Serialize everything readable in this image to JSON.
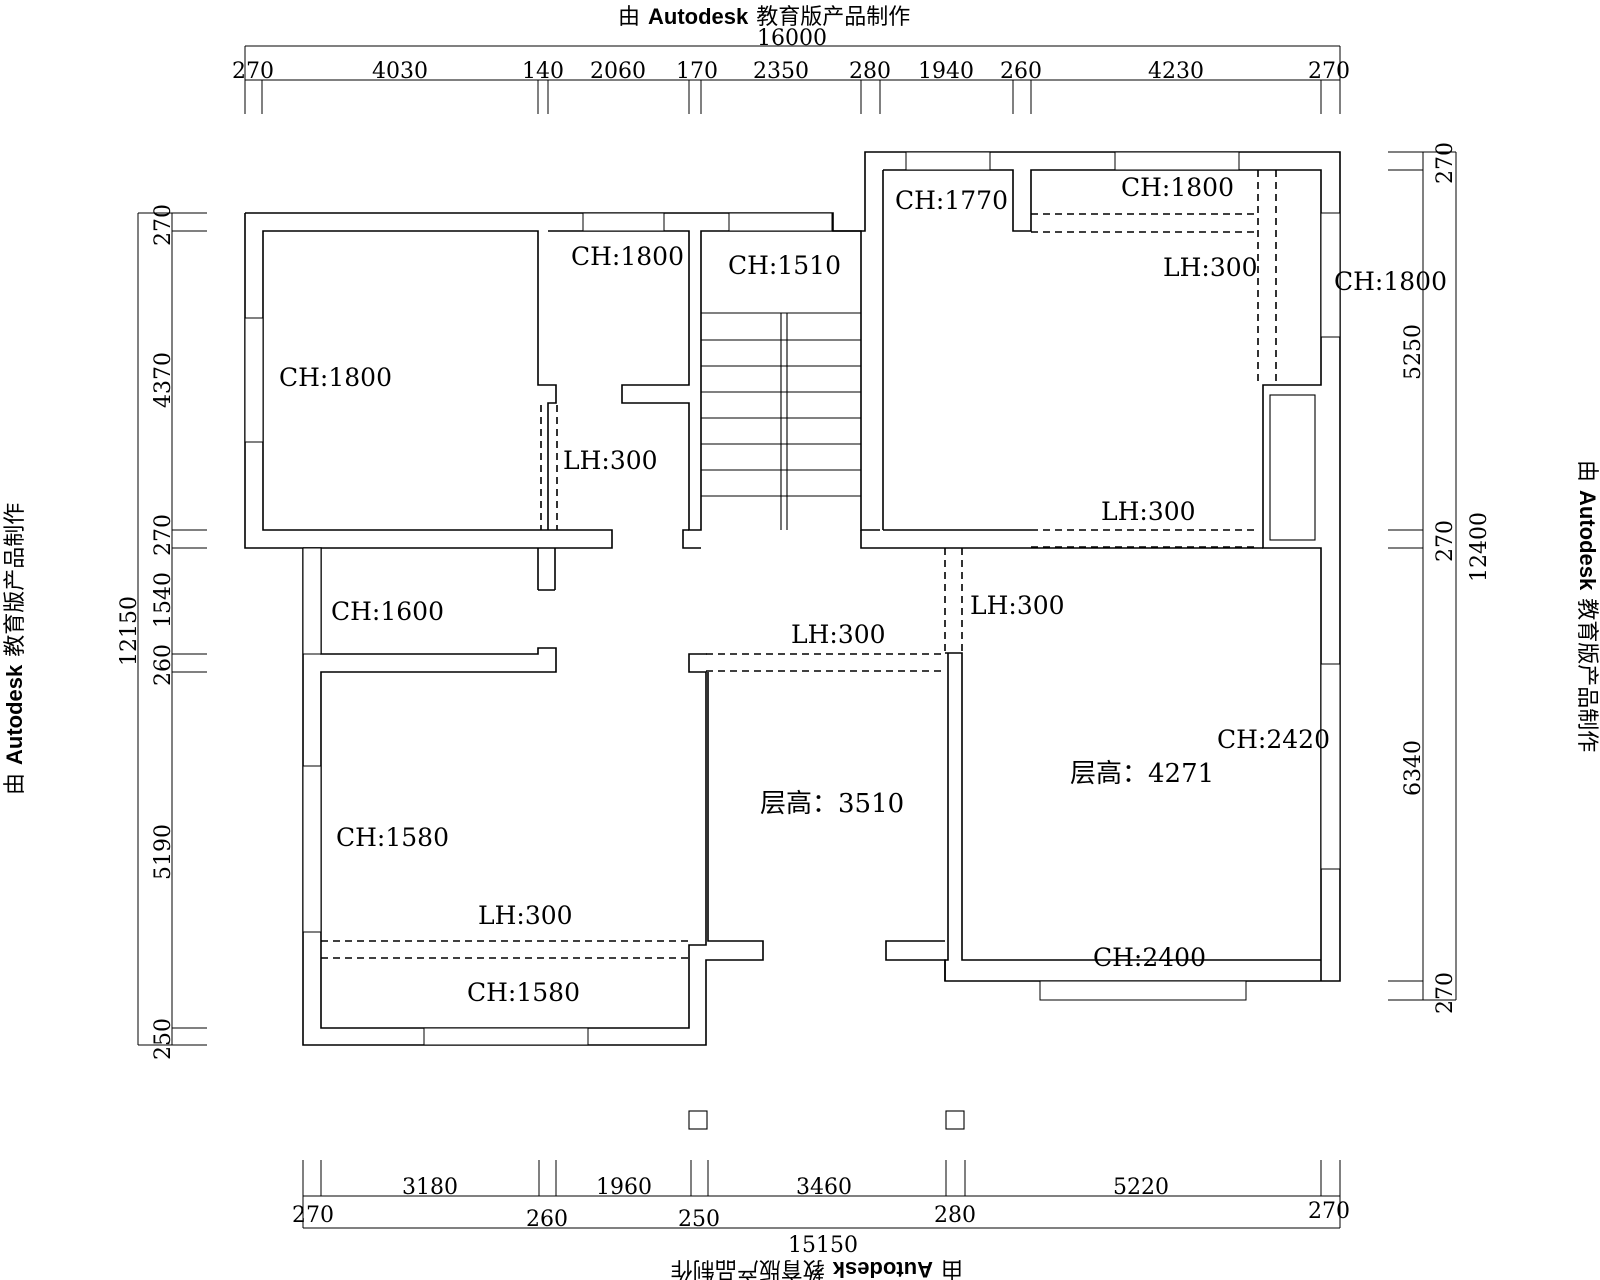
{
  "watermark": {
    "prefix": "由",
    "brand": "Autodesk",
    "suffix": "教育版产品制作"
  },
  "top_dims": {
    "total": "16000",
    "segments": [
      "270",
      "4030",
      "140",
      "2060",
      "170",
      "2350",
      "280",
      "1940",
      "260",
      "4230",
      "270"
    ]
  },
  "bottom_dims": {
    "total": "15150",
    "upper": [
      "3180",
      "1960",
      "3460",
      "5220"
    ],
    "lower": [
      "270",
      "260",
      "250",
      "280",
      "270"
    ]
  },
  "left_dims": {
    "total": "12150",
    "segments": [
      "270",
      "4370",
      "270",
      "1540",
      "260",
      "5190",
      "250"
    ]
  },
  "right_dims": {
    "total": "12400",
    "segments": [
      "270",
      "5250",
      "270",
      "6340",
      "270"
    ]
  },
  "labels": {
    "ch_1800_a": "CH:1800",
    "ch_1800_b": "CH:1800",
    "ch_1510": "CH:1510",
    "ch_1770": "CH:1770",
    "ch_1800_c": "CH:1800",
    "ch_1800_d": "CH:1800",
    "ch_1600": "CH:1600",
    "ch_1580_a": "CH:1580",
    "ch_1580_b": "CH:1580",
    "ch_2420": "CH:2420",
    "ch_2400": "CH:2400",
    "lh_a": "LH:300",
    "lh_b": "LH:300",
    "lh_c": "LH:300",
    "lh_d": "LH:300",
    "lh_e": "LH:300",
    "lh_f": "LH:300",
    "room_height_a": "层高：3510",
    "room_height_b": "层高：4271"
  }
}
